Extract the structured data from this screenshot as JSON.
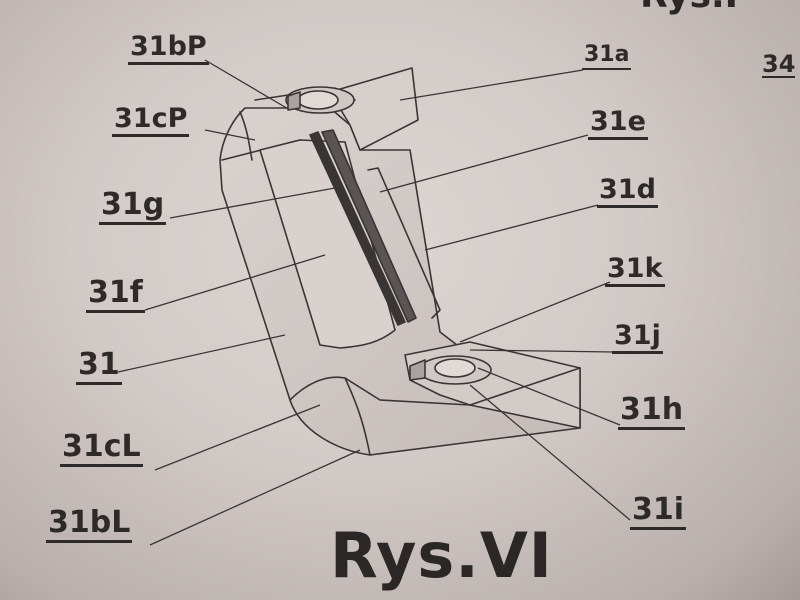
{
  "figure": {
    "title": "Rys.VI",
    "top_cut_text": "Rys.I",
    "edge_label": "34"
  },
  "labels": {
    "l31bP": "31bP",
    "l31cP": "31cP",
    "l31g": "31g",
    "l31f": "31f",
    "l31": "31",
    "l31cL": "31cL",
    "l31bL": "31bL",
    "l31a": "31a",
    "l31e": "31e",
    "l31d": "31d",
    "l31k": "31k",
    "l31j": "31j",
    "l31h": "31h",
    "l31i": "31i"
  }
}
